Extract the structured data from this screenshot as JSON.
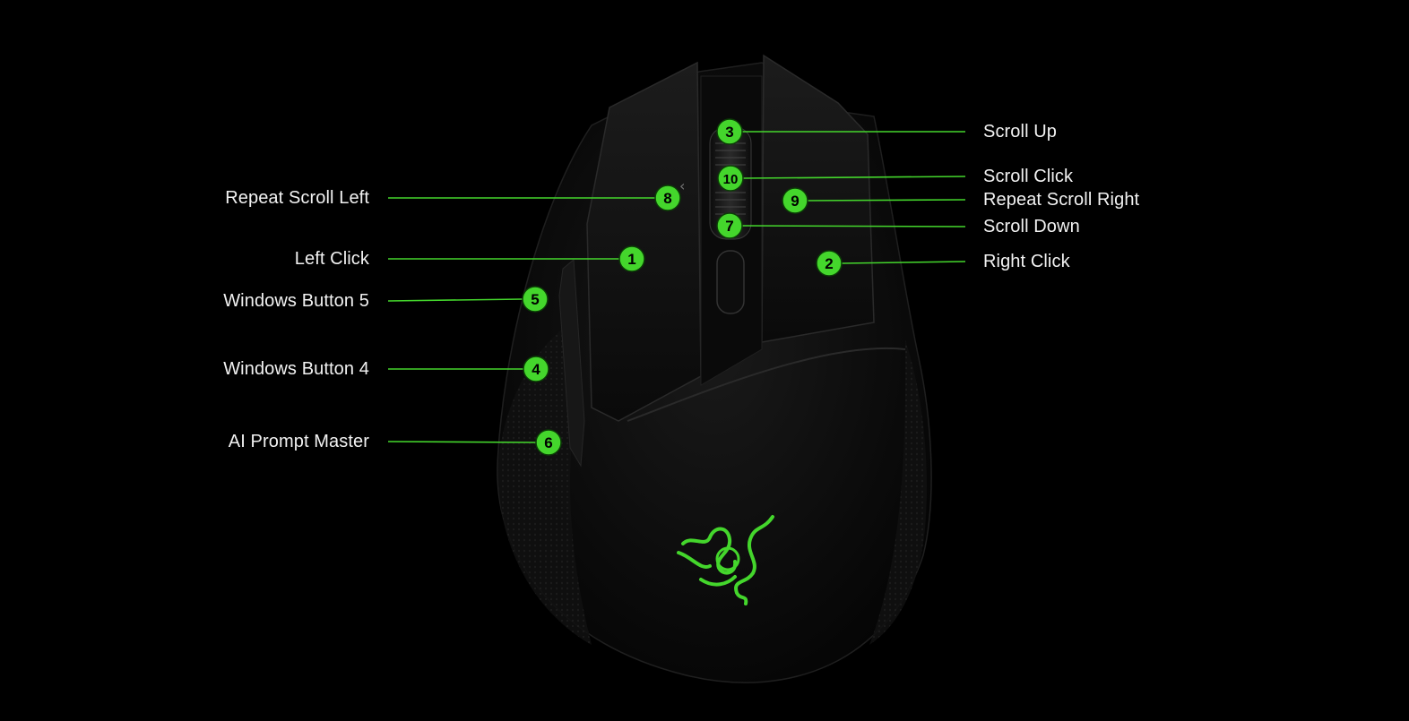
{
  "colors": {
    "background": "#000000",
    "accent": "#44d62c",
    "label_text": "#f2f2f2",
    "mouse_body": "#0d0d0d"
  },
  "logo": {
    "name": "razer-snake-logo",
    "color": "#44d62c"
  },
  "callouts": [
    {
      "num": "1",
      "label": "Left Click",
      "side": "left"
    },
    {
      "num": "2",
      "label": "Right Click",
      "side": "right"
    },
    {
      "num": "3",
      "label": "Scroll Up",
      "side": "right"
    },
    {
      "num": "4",
      "label": "Windows Button 4",
      "side": "left"
    },
    {
      "num": "5",
      "label": "Windows Button 5",
      "side": "left"
    },
    {
      "num": "6",
      "label": "AI Prompt Master",
      "side": "left"
    },
    {
      "num": "7",
      "label": "Scroll Down",
      "side": "right"
    },
    {
      "num": "8",
      "label": "Repeat Scroll Left",
      "side": "left"
    },
    {
      "num": "9",
      "label": "Repeat Scroll Right",
      "side": "right"
    },
    {
      "num": "10",
      "label": "Scroll Click",
      "side": "right"
    }
  ]
}
